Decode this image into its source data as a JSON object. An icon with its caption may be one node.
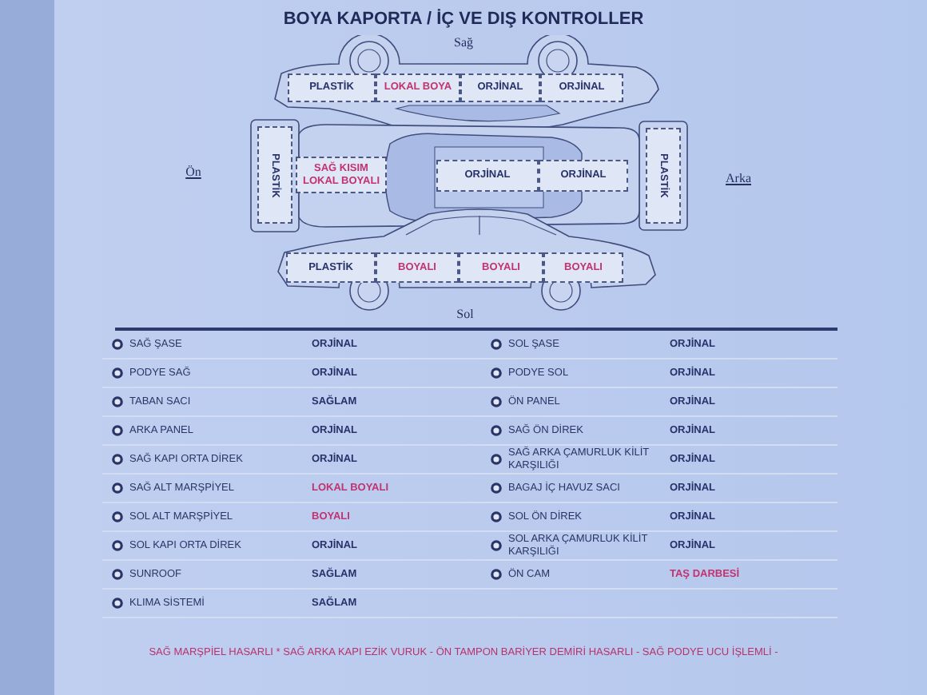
{
  "diagram": {
    "title": "BOYA KAPORTA / İÇ VE DIŞ KONTROLLER",
    "nodes": [
      {
        "text": [
          "PLASTİK"
        ]
      },
      {
        "text": [
          "LOKAL BOYA"
        ]
      },
      {
        "text": [
          "ORJİNAL"
        ]
      },
      {
        "text": [
          "ORJİNAL"
        ]
      },
      {
        "text": [
          "PLASTİK"
        ]
      },
      {
        "text": [
          "SAĞ KISIM LOKAL BOYALI"
        ]
      },
      {
        "text": [
          "ORJİNAL"
        ]
      },
      {
        "text": [
          "ORJİNAL"
        ]
      },
      {
        "text": [
          "PLASTİK"
        ]
      },
      {
        "text": [
          "PLASTİK"
        ]
      },
      {
        "text": [
          "BOYALI"
        ]
      },
      {
        "text": [
          "BOYALI"
        ]
      },
      {
        "text": [
          "BOYALI"
        ]
      }
    ],
    "labels": [
      "Sağ",
      "Ön",
      "Arka",
      "Sol",
      "SAĞ ŞASE",
      "ORJİNAL",
      "SOL ŞASE",
      "ORJİNAL",
      "PODYE SAĞ",
      "ORJİNAL",
      "PODYE SOL",
      "ORJİNAL",
      "TABAN SACI",
      "SAĞLAM",
      "ÖN PANEL",
      "ORJİNAL",
      "ARKA PANEL",
      "ORJİNAL",
      "SAĞ ÖN DİREK",
      "ORJİNAL",
      "SAĞ KAPI ORTA DİREK",
      "ORJİNAL",
      "SAĞ ARKA ÇAMURLUK KİLİT KARŞILIĞI",
      "ORJİNAL",
      "SAĞ ALT MARŞPİYEL",
      "LOKAL BOYALI",
      "BAGAJ İÇ HAVUZ SACI",
      "ORJİNAL",
      "SOL ALT MARŞPİYEL",
      "BOYALI",
      "SOL ÖN DİREK",
      "ORJİNAL",
      "SOL KAPI ORTA DİREK",
      "ORJİNAL",
      "SOL ARKA ÇAMURLUK KİLİT KARŞILIĞI",
      "ORJİNAL",
      "SUNROOF",
      "SAĞLAM",
      "ÖN CAM",
      "TAŞ DARBESİ",
      "KLIMA SİSTEMİ",
      "SAĞLAM",
      "SAĞ MARŞPİEL HASARLI * SAĞ ARKA KAPI EZİK VURUK - ÖN TAMPON BARİYER DEMİRİ HASARLI - SAĞ PODYE UCU İŞLEMLİ -"
    ]
  }
}
